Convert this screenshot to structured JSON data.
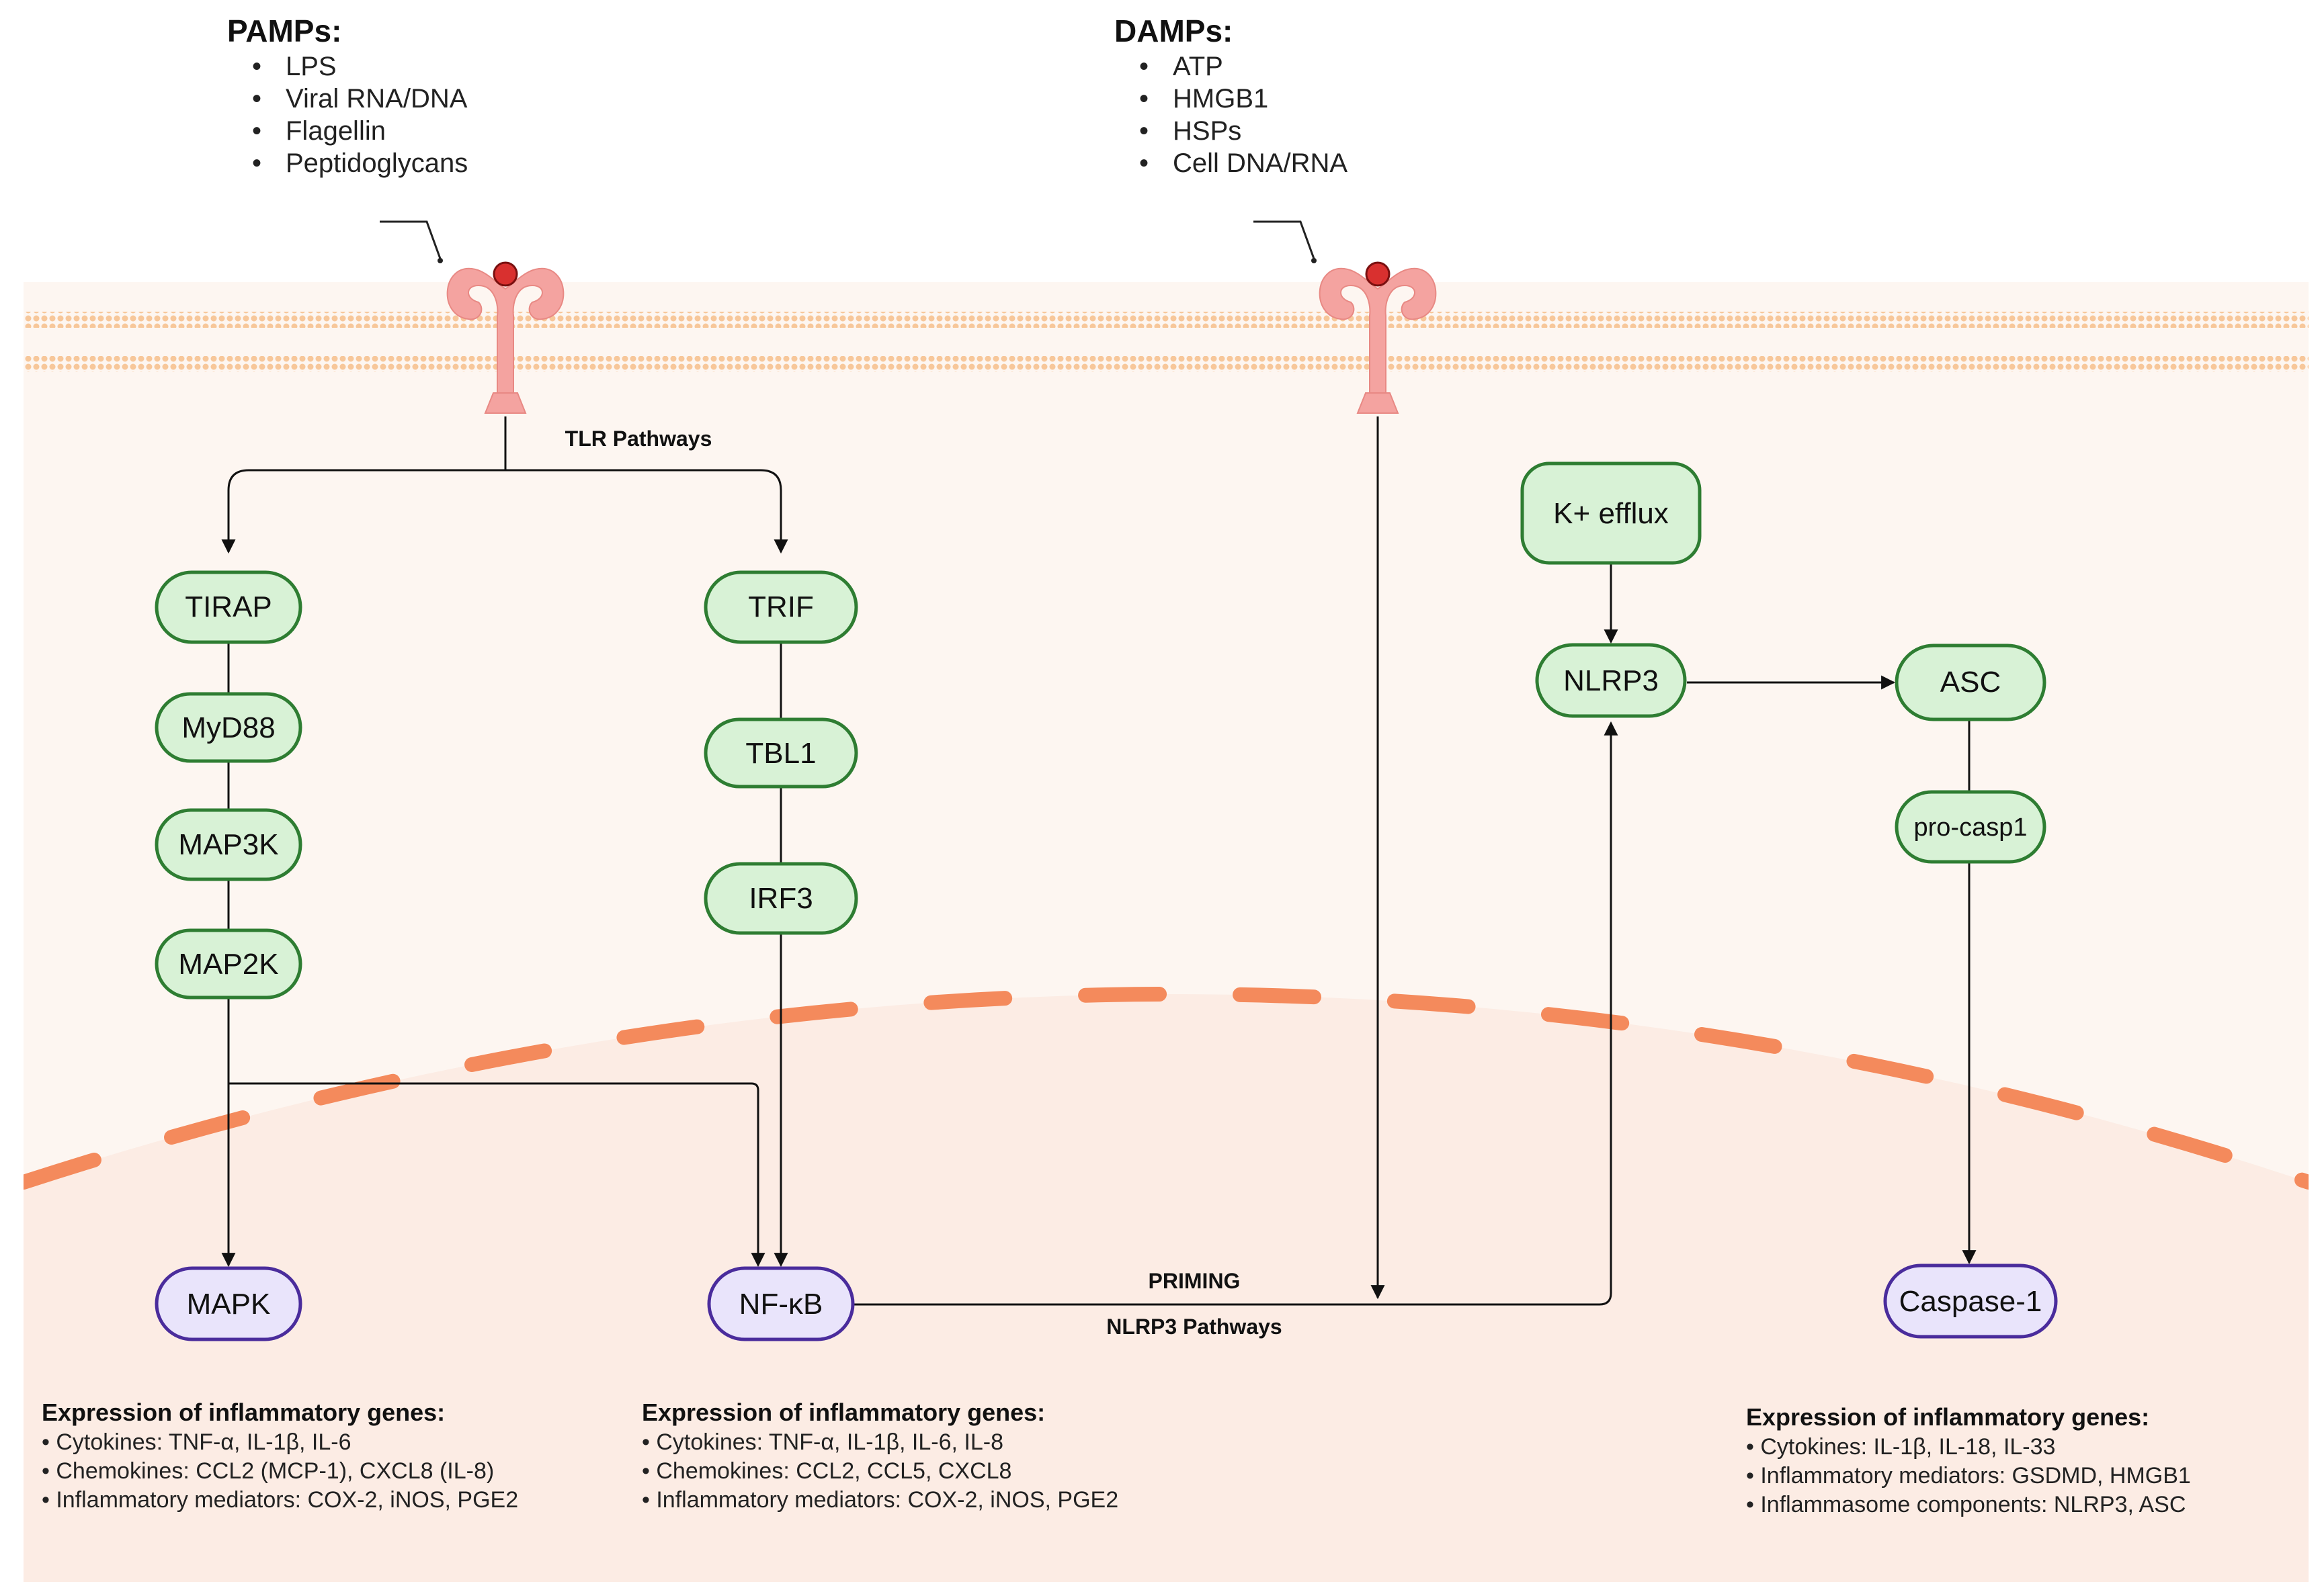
{
  "pamps": {
    "title": "PAMPs:",
    "items": [
      "LPS",
      "Viral RNA/DNA",
      "Flagellin",
      "Peptidoglycans"
    ]
  },
  "damps": {
    "title": "DAMPs:",
    "items": [
      "ATP",
      "HMGB1",
      "HSPs",
      "Cell DNA/RNA"
    ]
  },
  "labels": {
    "tlr_pathways": "TLR Pathways",
    "priming": "PRIMING",
    "nlrp3_pathways": "NLRP3 Pathways"
  },
  "nodes": {
    "tirap": "TIRAP",
    "myd88": "MyD88",
    "map3k": "MAP3K",
    "map2k": "MAP2K",
    "trif": "TRIF",
    "tbl1": "TBL1",
    "irf3": "IRF3",
    "k_efflux": "K+ efflux",
    "nlrp3": "NLRP3",
    "asc": "ASC",
    "pro_casp1": "pro-casp1",
    "mapk": "MAPK",
    "nfkb": "NF-κB",
    "caspase1": "Caspase-1"
  },
  "expression": {
    "left": {
      "title": "Expression of inflammatory genes:",
      "items": [
        "• Cytokines: TNF-α, IL-1β, IL-6",
        "• Chemokines: CCL2 (MCP-1), CXCL8 (IL-8)",
        "• Inflammatory mediators: COX-2, iNOS, PGE2"
      ]
    },
    "middle": {
      "title": "Expression of inflammatory genes:",
      "items": [
        "• Cytokines: TNF-α, IL-1β, IL-6, IL-8",
        "• Chemokines: CCL2, CCL5, CXCL8",
        "• Inflammatory mediators: COX-2, iNOS, PGE2"
      ]
    },
    "right": {
      "title": "Expression of inflammatory genes:",
      "items": [
        "• Cytokines: IL-1β, IL-18, IL-33",
        "• Inflammatory mediators: GSDMD, HMGB1",
        "• Inflammasome components: NLRP3, ASC"
      ]
    }
  },
  "colors": {
    "cytoplasm": "#fdf6f1",
    "nucleus": "#fcece4",
    "membrane_dots": "#f7c79a",
    "receptor": "#f4a3a0",
    "ligand": "#d9302f",
    "green_fill": "#d8f2d6",
    "green_stroke": "#2e7d32",
    "purple_fill": "#e9e4fb",
    "purple_stroke": "#4a2c9c",
    "nuclear_envelope": "#f48a5c"
  }
}
